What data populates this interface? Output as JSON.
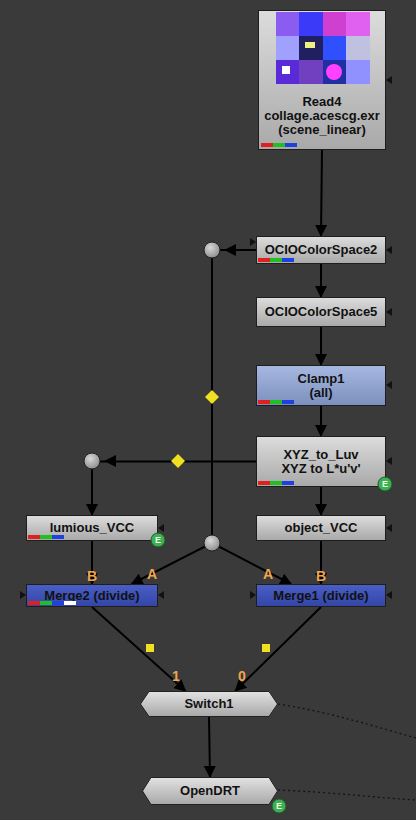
{
  "diagram": {
    "nodes": [
      {
        "text": [
          "Read4",
          "collage.acescg.exr (scene_linear)"
        ]
      },
      {
        "text": [
          "OCIOColorSpace2"
        ]
      },
      {
        "text": [
          "OCIOColorSpace5"
        ]
      },
      {
        "text": [
          "Clamp1",
          "(all)"
        ]
      },
      {
        "text": [
          "XYZ_to_Luv",
          "XYZ to L*u'v'"
        ]
      },
      {
        "text": [
          "lumious_VCC"
        ]
      },
      {
        "text": [
          "object_VCC"
        ]
      },
      {
        "text": [
          "Merge2 (divide)"
        ]
      },
      {
        "text": [
          "Merge1 (divide)"
        ]
      },
      {
        "text": [
          "Switch1"
        ]
      },
      {
        "text": [
          "OpenDRT"
        ]
      }
    ],
    "edges": [
      {
        "from": 0,
        "to": 1,
        "arrow": "to"
      },
      {
        "from": 1,
        "to": 2,
        "arrow": "to"
      },
      {
        "from": 2,
        "to": 3,
        "arrow": "to"
      },
      {
        "from": 3,
        "to": 4,
        "arrow": "to"
      },
      {
        "from": 4,
        "to": 5,
        "arrow": "to"
      },
      {
        "from": 4,
        "to": 6,
        "arrow": "to"
      },
      {
        "from": 1,
        "to": 7,
        "label": "A",
        "arrow": "to"
      },
      {
        "from": 5,
        "to": 7,
        "label": "B",
        "arrow": "to"
      },
      {
        "from": 1,
        "to": 8,
        "label": "A",
        "arrow": "to"
      },
      {
        "from": 6,
        "to": 8,
        "label": "B",
        "arrow": "to"
      },
      {
        "from": 7,
        "to": 9,
        "label": "1",
        "arrow": "to"
      },
      {
        "from": 8,
        "to": 9,
        "label": "0",
        "arrow": "to"
      },
      {
        "from": 9,
        "to": 10,
        "arrow": "to"
      }
    ],
    "labels": [
      "E",
      "E",
      "E"
    ]
  }
}
